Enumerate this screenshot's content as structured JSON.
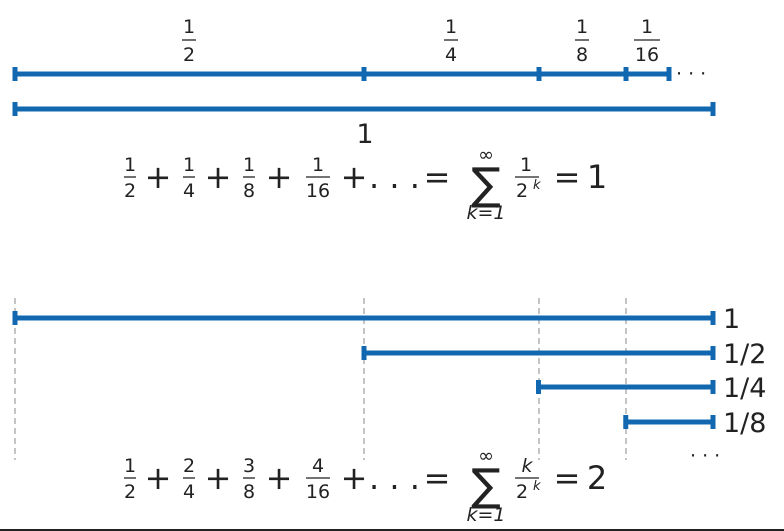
{
  "top": {
    "segment_labels": [
      {
        "num": "1",
        "den": "2"
      },
      {
        "num": "1",
        "den": "4"
      },
      {
        "num": "1",
        "den": "8"
      },
      {
        "num": "1",
        "den": "16"
      }
    ],
    "segment_lengths": [
      0.5,
      0.25,
      0.125,
      0.0625
    ],
    "ellipsis": "· · ·",
    "total_label": "1",
    "equation": {
      "terms": [
        {
          "num": "1",
          "den": "2"
        },
        {
          "num": "1",
          "den": "4"
        },
        {
          "num": "1",
          "den": "8"
        },
        {
          "num": "1",
          "den": "16"
        }
      ],
      "plus": "+",
      "dots": ". . .",
      "equals": "=",
      "sigma": "∑",
      "sigma_upper": "∞",
      "sigma_lower": "k=1",
      "summand": {
        "num": "1",
        "den": "2",
        "exp": "k"
      },
      "result": "1"
    }
  },
  "bottom": {
    "bars": [
      {
        "label": "1",
        "start": 0,
        "value": 1
      },
      {
        "label": "1/2",
        "start": 0.5,
        "value": 0.5
      },
      {
        "label": "1/4",
        "start": 0.75,
        "value": 0.25
      },
      {
        "label": "1/8",
        "start": 0.875,
        "value": 0.125
      }
    ],
    "ellipsis": "· · ·",
    "equation": {
      "terms": [
        {
          "num": "1",
          "den": "2"
        },
        {
          "num": "2",
          "den": "4"
        },
        {
          "num": "3",
          "den": "8"
        },
        {
          "num": "4",
          "den": "16"
        }
      ],
      "plus": "+",
      "dots": ". . .",
      "equals": "=",
      "sigma": "∑",
      "sigma_upper": "∞",
      "sigma_lower": "k=1",
      "summand": {
        "num": "k",
        "den": "2",
        "exp": "k"
      },
      "result": "2"
    }
  },
  "colors": {
    "segment": "#1268b0",
    "text": "#222222",
    "guide": "#8a8a8a"
  }
}
